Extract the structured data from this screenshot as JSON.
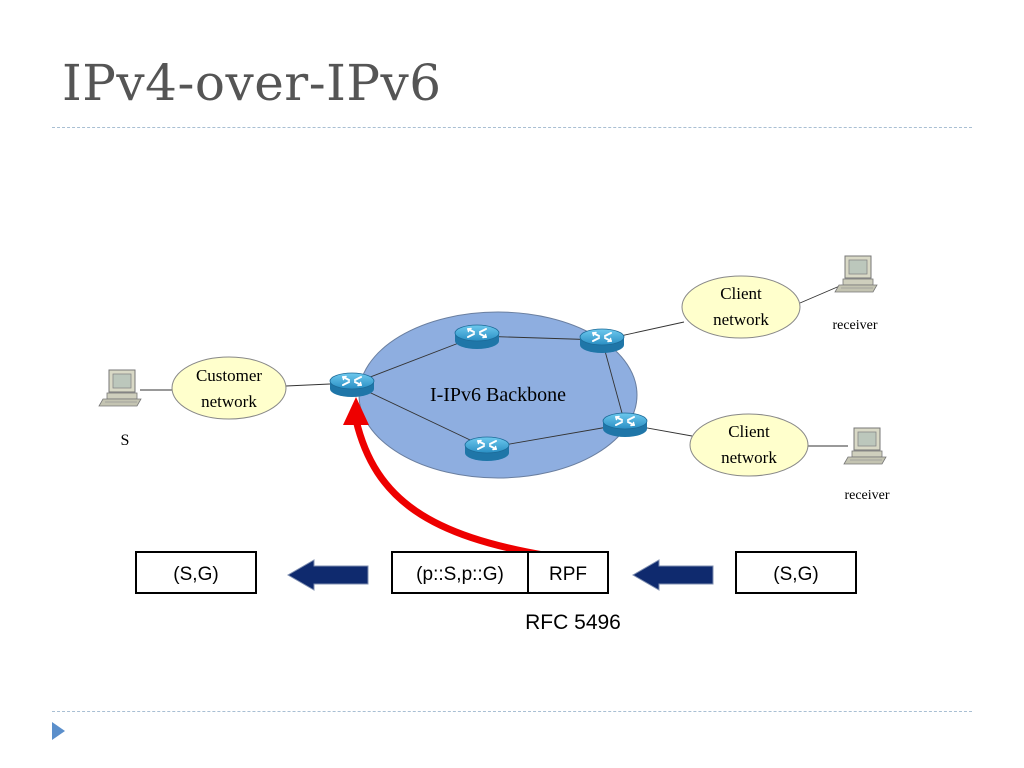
{
  "slide": {
    "title": "IPv4-over-IPv6"
  },
  "diagram": {
    "backbone_label": "I-IPv6 Backbone",
    "customer_network": [
      "Customer",
      "network"
    ],
    "client_network_top": [
      "Client",
      "network"
    ],
    "client_network_bottom": [
      "Client",
      "network"
    ],
    "source_label": "S",
    "receiver_top_label": "receiver",
    "receiver_bottom_label": "receiver"
  },
  "flow": {
    "left_box": "(S,G)",
    "middle_box": "(p::S,p::G)",
    "rpf_box": "RPF",
    "right_box": "(S,G)",
    "reference": "RFC 5496"
  },
  "colors": {
    "backbone_fill": "#8eaee0",
    "cloud_fill": "#ffffcc",
    "rpf_arrow": "#ee0000",
    "flow_arrow": "#0f2a6e",
    "title_text": "#555555"
  }
}
